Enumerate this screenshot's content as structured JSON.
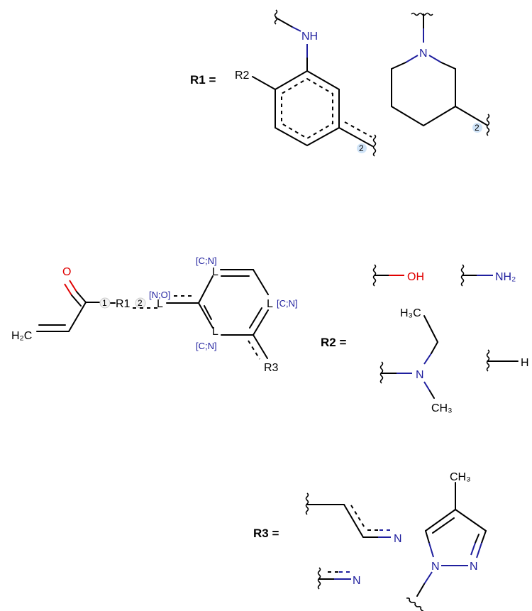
{
  "colors": {
    "oxygen": "#e00000",
    "nitrogen": "#1f1f9e",
    "bond": "#000000",
    "attachment_highlight": "#cfe3f7"
  },
  "core": {
    "oxygen": "O",
    "vinyl": "H₂C",
    "attach1": "1",
    "r1": "R1",
    "attach2": "2",
    "linker_atom": "L",
    "linker_query": "[N;O]",
    "ring_top_atom": "L",
    "ring_top_query": "[C;N]",
    "ring_right_atom": "L",
    "ring_right_query": "[C;N]",
    "ring_bottom_atom": "L",
    "ring_bottom_query": "[C;N]",
    "r3": "R3"
  },
  "r1_def": {
    "label": "R1 =",
    "aniline_nh": "NH",
    "aniline_r2": "R2",
    "aniline_attach": "2",
    "piperidine_n": "N",
    "piperidine_attach": "2"
  },
  "r2_def": {
    "label": "R2 =",
    "hydroxy": "OH",
    "amino": "NH₂",
    "amine_n": "N",
    "ethyl": "H₃C",
    "methyl": "CH₃",
    "hydrogen": "H"
  },
  "r3_def": {
    "label": "R3 =",
    "propenenitrile_n": "N",
    "nitrile_n": "N",
    "pyrazole_methyl": "CH₃",
    "pyrazole_n1": "N",
    "pyrazole_n2": "N"
  }
}
